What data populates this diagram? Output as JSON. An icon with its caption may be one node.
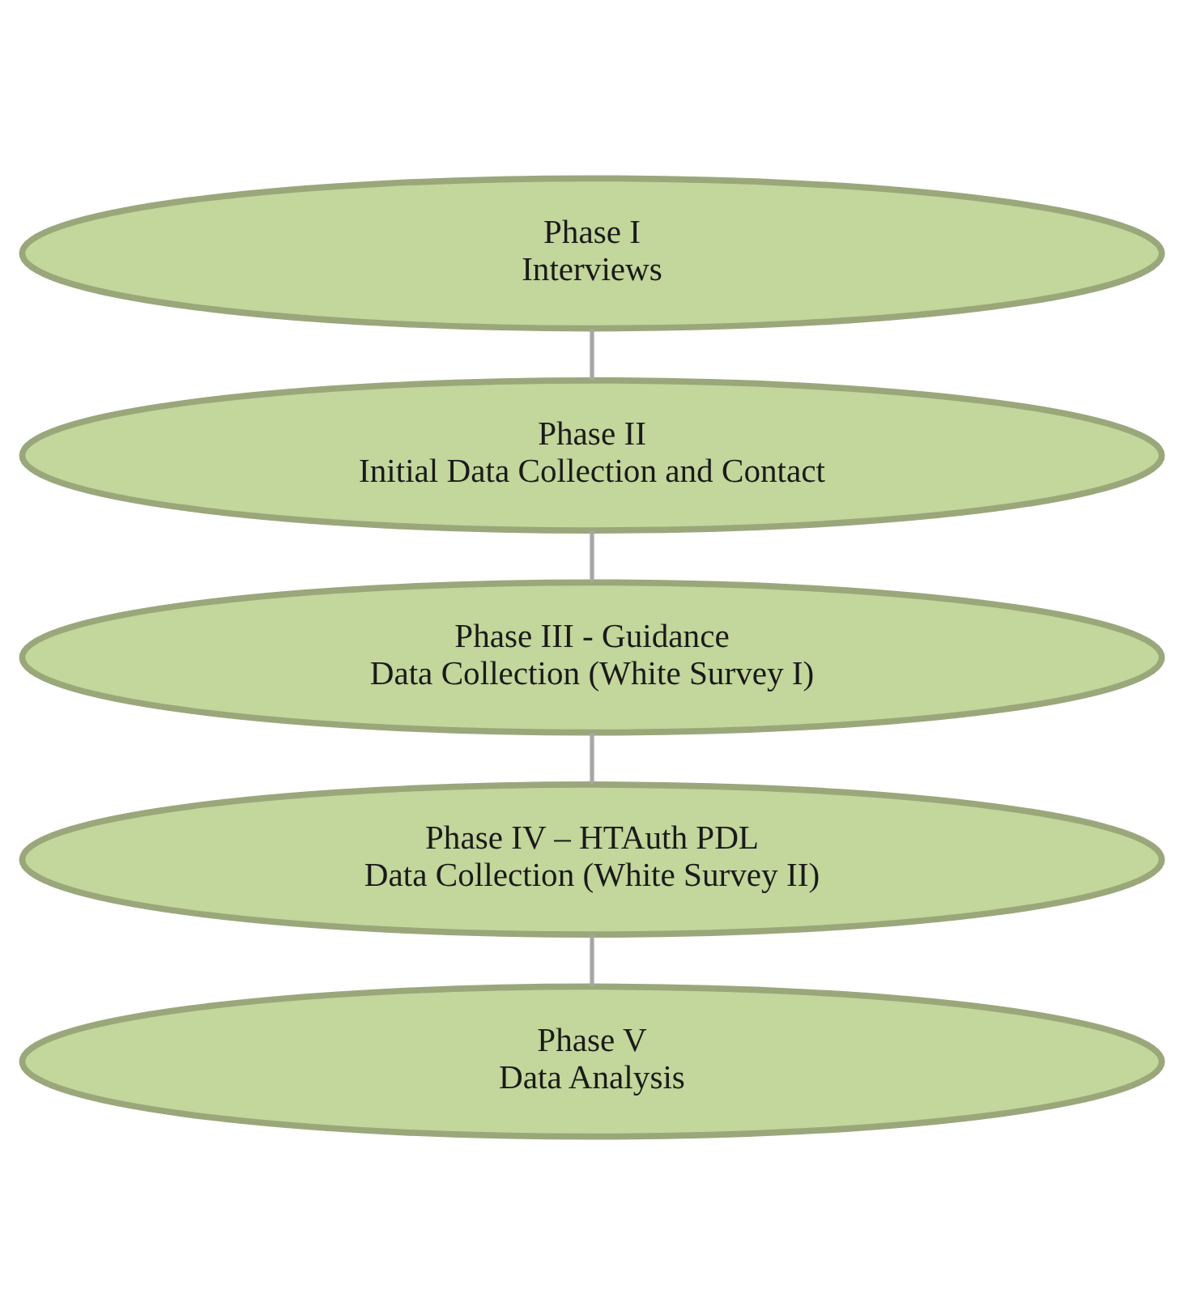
{
  "diagram": {
    "nodes": [
      {
        "text": [
          "Phase I",
          "Interviews"
        ]
      },
      {
        "text": [
          "Phase II",
          "Initial Data Collection and Contact"
        ]
      },
      {
        "text": [
          "Phase III - Guidance",
          "Data Collection (White Survey I)"
        ]
      },
      {
        "text": [
          "Phase IV – HTAuth PDL",
          "Data Collection (White Survey II)"
        ]
      },
      {
        "text": [
          "Phase V",
          "Data Analysis"
        ]
      }
    ],
    "edges": [
      {
        "from": 0,
        "to": 1,
        "arrow": "none"
      },
      {
        "from": 1,
        "to": 2,
        "arrow": "none"
      },
      {
        "from": 2,
        "to": 3,
        "arrow": "none"
      },
      {
        "from": 3,
        "to": 4,
        "arrow": "none"
      }
    ]
  }
}
